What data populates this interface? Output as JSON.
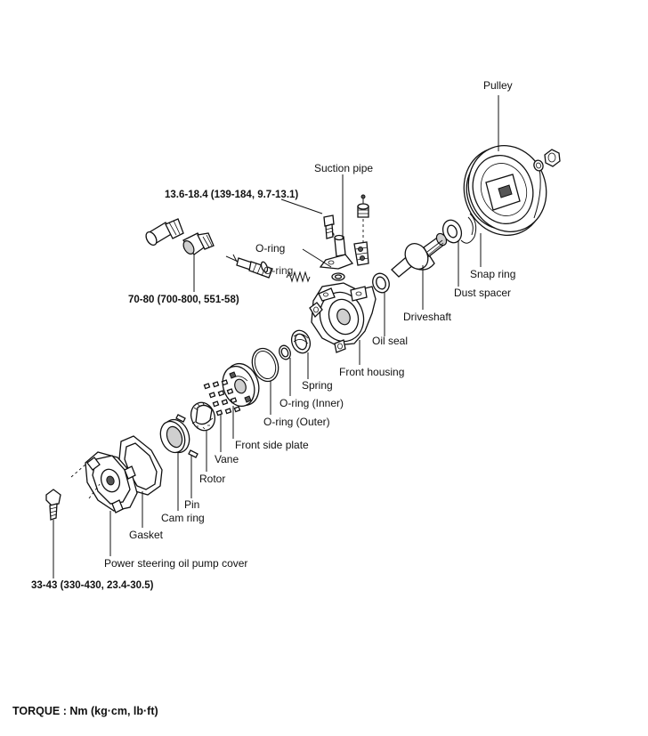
{
  "labels": {
    "pulley": "Pulley",
    "suction_pipe": "Suction pipe",
    "o_ring_top": "O-ring",
    "o_ring_overlap": "O-ring",
    "snap_ring": "Snap ring",
    "dust_spacer": "Dust spacer",
    "driveshaft": "Driveshaft",
    "oil_seal": "Oil seal",
    "front_housing": "Front housing",
    "spring": "Spring",
    "o_ring_inner": "O-ring (Inner)",
    "o_ring_outer": "O-ring (Outer)",
    "front_side_plate": "Front side plate",
    "vane": "Vane",
    "rotor": "Rotor",
    "pin": "Pin",
    "cam_ring": "Cam ring",
    "gasket": "Gasket",
    "pump_cover": "Power steering oil pump cover"
  },
  "torques": {
    "suction_bolt": "13.6-18.4  (139-184,  9.7-13.1)",
    "pressure_fitting": "70-80  (700-800,  551-58)",
    "cover_bolt": "33-43  (330-430,  23.4-30.5)"
  },
  "legend": "TORQUE  :  Nm  (kg·cm,  lb·ft)"
}
